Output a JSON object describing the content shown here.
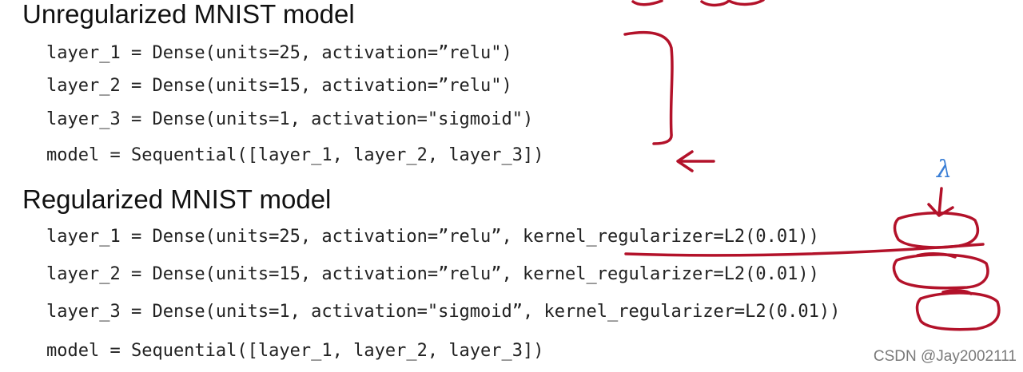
{
  "unregularized": {
    "title": "Unregularized MNIST model",
    "lines": [
      "layer_1 = Dense(units=25, activation=”relu\")",
      "layer_2 = Dense(units=15, activation=”relu\")",
      "layer_3 = Dense(units=1, activation=\"sigmoid\")",
      "model = Sequential([layer_1, layer_2, layer_3])"
    ]
  },
  "regularized": {
    "title": "Regularized MNIST model",
    "lines": [
      "layer_1 = Dense(units=25, activation=”relu”, kernel_regularizer=L2(0.01))",
      "layer_2 = Dense(units=15, activation=”relu”, kernel_regularizer=L2(0.01))",
      "layer_3 = Dense(units=1, activation=\"sigmoid”, kernel_regularizer=L2(0.01))",
      "model = Sequential([layer_1, layer_2, layer_3])"
    ]
  },
  "annotations": {
    "lambda_label": "λ",
    "ink_color": "#b3122a",
    "lambda_color": "#3b7fd6"
  },
  "watermark": "CSDN @Jay2002111"
}
